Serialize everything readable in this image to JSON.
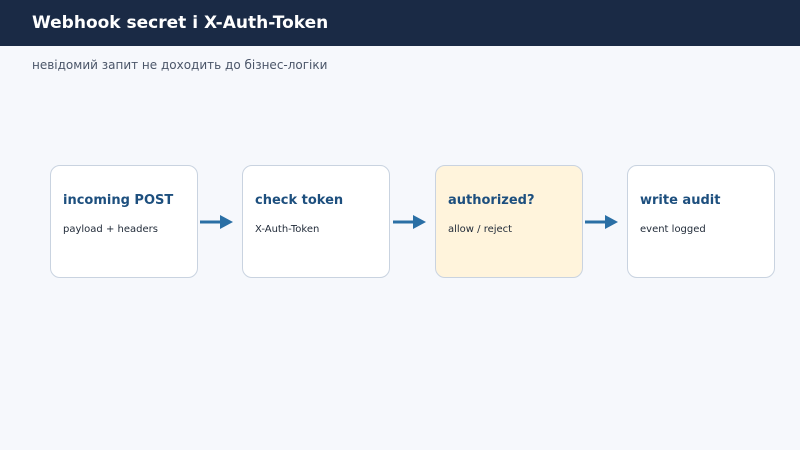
{
  "header": {
    "title": "Webhook secret і X-Auth-Token"
  },
  "subtitle": "невідомий запит не доходить до бізнес-логіки",
  "colors": {
    "header_bg": "#1a2a45",
    "accent": "#1d4f7e",
    "arrow": "#2a6fa5",
    "highlight_bg": "#fff4dc"
  },
  "steps": [
    {
      "title": "incoming POST",
      "desc": "payload + headers",
      "highlight": false
    },
    {
      "title": "check token",
      "desc": "X-Auth-Token",
      "highlight": false
    },
    {
      "title": "authorized?",
      "desc": "allow / reject",
      "highlight": true
    },
    {
      "title": "write audit",
      "desc": "event logged",
      "highlight": false
    }
  ]
}
